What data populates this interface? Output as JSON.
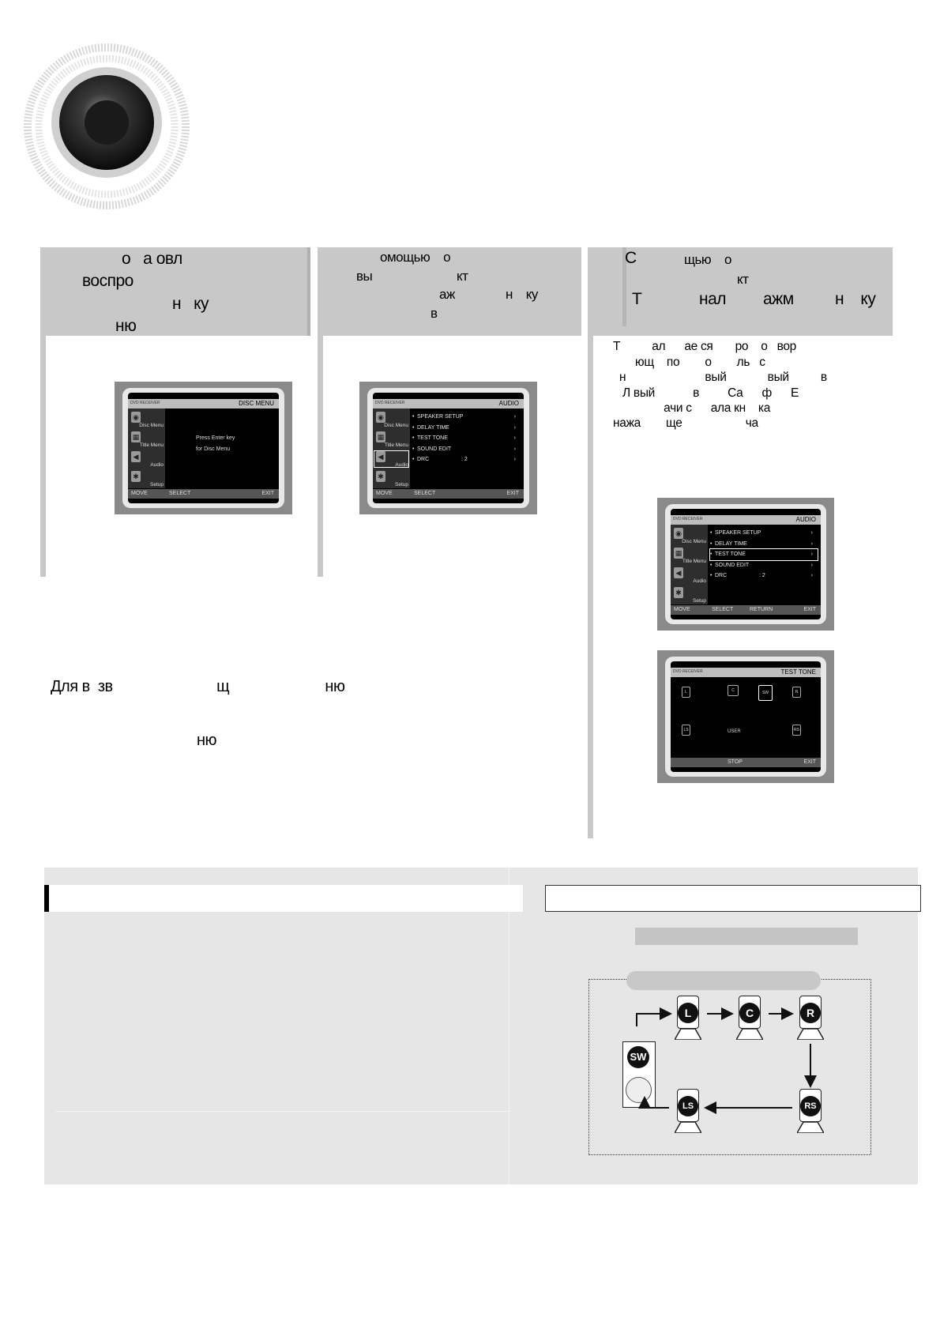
{
  "steps": [
    {
      "lines": [
        "о   а овл",
        "воспро",
        "н   ку",
        "ню"
      ]
    },
    {
      "lines": [
        "омощью    о",
        "вы",
        "кт",
        "аж",
        "н    ку",
        "в"
      ]
    },
    {
      "lines": [
        "С",
        "щью    о",
        "кт",
        "Т",
        "нал",
        "ажм",
        "н    ку"
      ]
    }
  ],
  "screens": {
    "disc_menu": {
      "brand": "DVD RECEIVER",
      "title": "DISC MENU",
      "side": [
        "Disc Menu",
        "Title Menu",
        "Audio",
        "Setup"
      ],
      "message": [
        "Press Enter key",
        "for Disc Menu"
      ],
      "bottom": {
        "move": "MOVE",
        "select": "SELECT",
        "exit": "EXIT"
      }
    },
    "audio": {
      "brand": "DVD RECEIVER",
      "title": "AUDIO",
      "side": [
        "Disc Menu",
        "Title Menu",
        "Audio",
        "Setup"
      ],
      "items": [
        "SPEAKER SETUP",
        "DELAY TIME",
        "TEST TONE",
        "SOUND EDIT",
        "DRC"
      ],
      "drc_value": ": 2",
      "bottom": {
        "move": "MOVE",
        "select": "SELECT",
        "return": "RETURN",
        "exit": "EXIT"
      }
    },
    "test_tone": {
      "brand": "DVD RECEIVER",
      "title": "TEST TONE",
      "user": "USER",
      "bottom": {
        "stop": "STOP",
        "exit": "EXIT"
      }
    }
  },
  "right_text": [
    "Т          ал      ае ся       ро    о   вор",
    "       ющ    по        о        ль   с",
    "  н                         вый             вый          в",
    "   Л вый            в         Са      ф      Е",
    "                ачи с      ала кн    ка",
    "нажа        ще                    ча"
  ],
  "note": {
    "line1": "Для в  зв                          щ                        ню",
    "line2": "ню"
  },
  "diagram": {
    "speakers": [
      "L",
      "C",
      "R",
      "RS",
      "LS"
    ],
    "subwoofer": "SW"
  },
  "colors": {
    "panel": "#c8c8c8",
    "bottom_bg": "#e6e6e6",
    "osd_frame": "#8a8a8a"
  }
}
